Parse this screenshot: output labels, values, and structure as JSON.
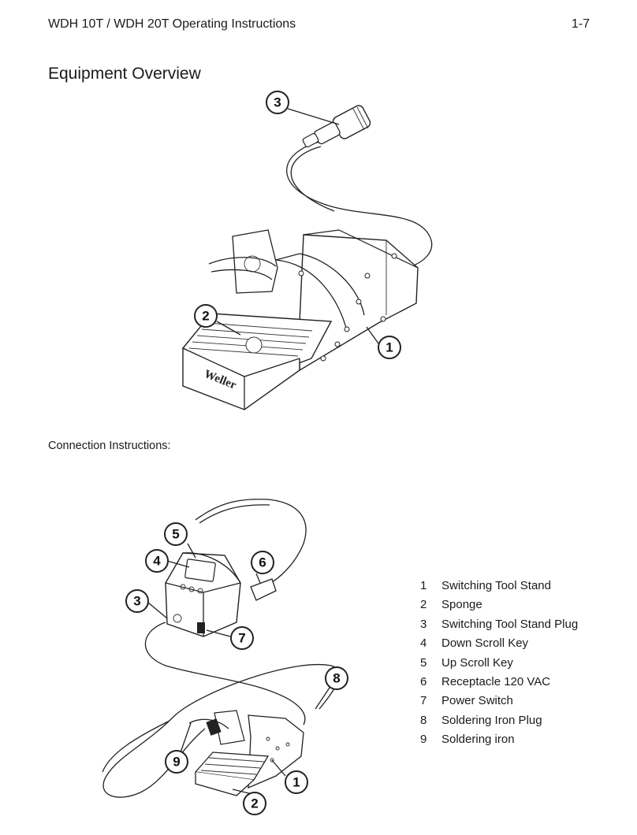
{
  "header": {
    "title": "WDH 10T / WDH 20T Operating Instructions",
    "page_number": "1-7"
  },
  "section_title": "Equipment Overview",
  "connection_heading": "Connection Instructions:",
  "figure1": {
    "brand": "Weller",
    "callouts": [
      "3",
      "2",
      "1"
    ]
  },
  "figure2": {
    "callouts": [
      "5",
      "4",
      "3",
      "6",
      "7",
      "8",
      "9",
      "1",
      "2"
    ]
  },
  "legend": [
    {
      "num": "1",
      "label": "Switching Tool Stand"
    },
    {
      "num": "2",
      "label": "Sponge"
    },
    {
      "num": "3",
      "label": "Switching Tool Stand Plug"
    },
    {
      "num": "4",
      "label": "Down Scroll Key"
    },
    {
      "num": "5",
      "label": "Up Scroll Key"
    },
    {
      "num": "6",
      "label": "Receptacle 120 VAC"
    },
    {
      "num": "7",
      "label": "Power Switch"
    },
    {
      "num": "8",
      "label": "Soldering Iron Plug"
    },
    {
      "num": "9",
      "label": "Soldering iron"
    }
  ]
}
